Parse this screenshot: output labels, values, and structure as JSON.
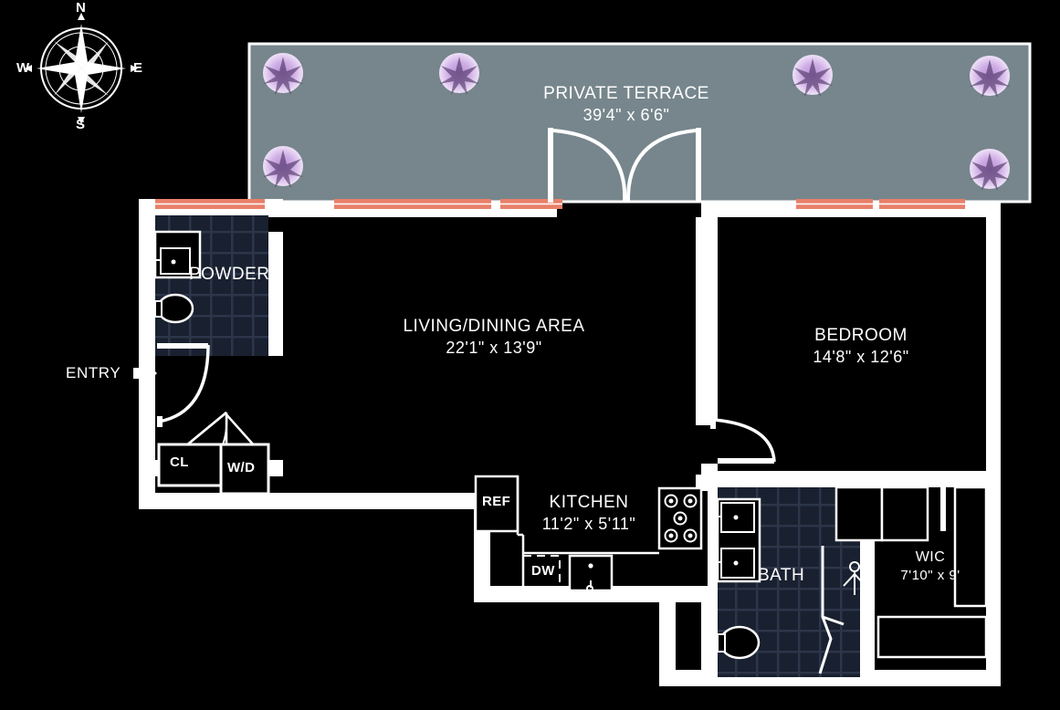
{
  "plan": {
    "background_color": "#000000",
    "wall_color": "#ffffff",
    "terrace_fill": "#76868c",
    "tile_fill": "#19202f",
    "window_color": "#e8806a",
    "plant_color": "#c9a8e0",
    "text_color": "#ffffff"
  },
  "compass": {
    "north": "N",
    "east": "E",
    "south": "S",
    "west": "W"
  },
  "entry": {
    "label": "ENTRY"
  },
  "rooms": [
    {
      "id": "terrace",
      "name": "PRIVATE TERRACE",
      "dimensions": "39'4\" x 6'6\""
    },
    {
      "id": "living_dining",
      "name": "LIVING/DINING AREA",
      "dimensions": "22'1\" x 13'9\""
    },
    {
      "id": "bedroom",
      "name": "BEDROOM",
      "dimensions": "14'8\" x 12'6\""
    },
    {
      "id": "kitchen",
      "name": "KITCHEN",
      "dimensions": "11'2\" x 5'11\""
    },
    {
      "id": "wic",
      "name": "WIC",
      "dimensions": "7'10\" x 9'"
    },
    {
      "id": "powder",
      "name": "POWDER",
      "dimensions": ""
    },
    {
      "id": "bath",
      "name": "BATH",
      "dimensions": ""
    }
  ],
  "fixtures": [
    {
      "id": "closet",
      "label": "CL"
    },
    {
      "id": "washer_dryer",
      "label": "W/D"
    },
    {
      "id": "refrigerator",
      "label": "REF"
    },
    {
      "id": "dishwasher",
      "label": "DW"
    }
  ]
}
